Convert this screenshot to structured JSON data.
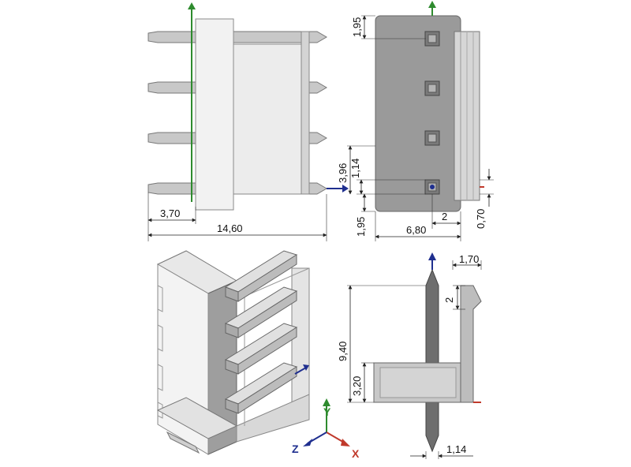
{
  "dimensions": {
    "front_pin_offset": "3,70",
    "front_length": "14,60",
    "side_top": "1,95",
    "side_pitch": "3,96",
    "side_pin_width": "1,14",
    "side_bottom": "1,95",
    "side_two": "2",
    "side_width": "6,80",
    "side_thickness": "0,70",
    "profile_top": "1,70",
    "profile_two": "2",
    "profile_height": "9,40",
    "profile_base": "3,20",
    "profile_pin": "1,14"
  },
  "axes": {
    "x_label": "X",
    "y_label": "Y",
    "z_label": "Z",
    "x_color": "#c0392b",
    "y_color": "#2e8b2e",
    "z_color": "#1f2f8f"
  },
  "colors": {
    "body": "#9a9a9a",
    "body_light": "#e6e6e6",
    "pin": "#c8c8c8",
    "pin_dark": "#6e6e6e"
  }
}
